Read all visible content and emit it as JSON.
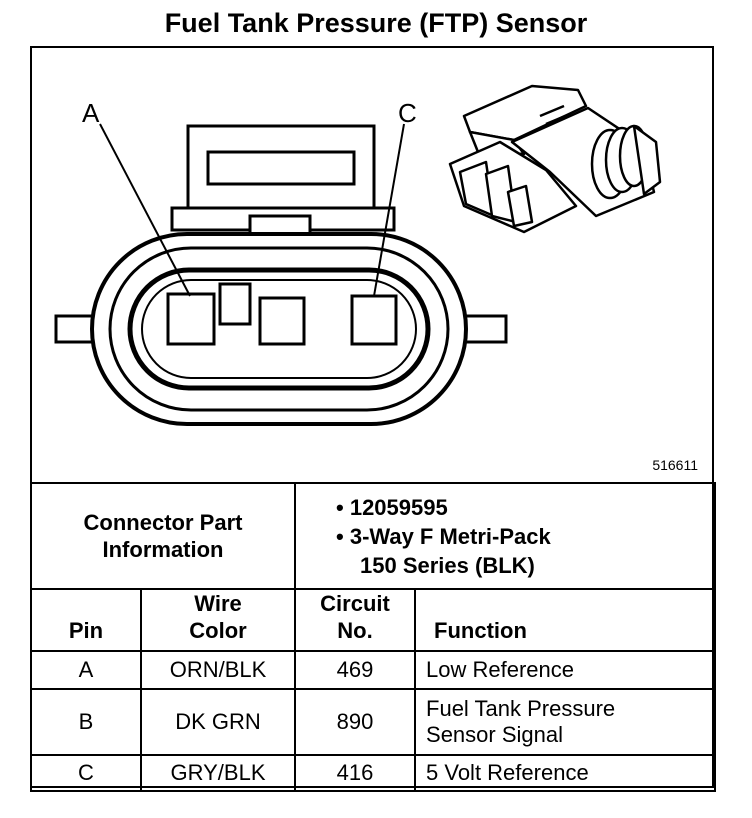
{
  "title": "Fuel Tank Pressure (FTP) Sensor",
  "diagram": {
    "callout_a": "A",
    "callout_c": "C",
    "figure_number": "516611"
  },
  "connector": {
    "label_line1": "Connector Part",
    "label_line2": "Information",
    "part_number": "• 12059595",
    "type_line1": "• 3-Way F Metri-Pack",
    "type_line2": "150 Series (BLK)"
  },
  "table": {
    "headers": {
      "pin": "Pin",
      "wire_line1": "Wire",
      "wire_line2": "Color",
      "circuit_line1": "Circuit",
      "circuit_line2": "No.",
      "function": "Function"
    },
    "rows": [
      {
        "pin": "A",
        "wire_color": "ORN/BLK",
        "circuit": "469",
        "function_line1": "Low Reference",
        "function_line2": ""
      },
      {
        "pin": "B",
        "wire_color": "DK GRN",
        "circuit": "890",
        "function_line1": "Fuel Tank Pressure",
        "function_line2": "Sensor Signal"
      },
      {
        "pin": "C",
        "wire_color": "GRY/BLK",
        "circuit": "416",
        "function_line1": "5 Volt Reference",
        "function_line2": ""
      }
    ]
  }
}
